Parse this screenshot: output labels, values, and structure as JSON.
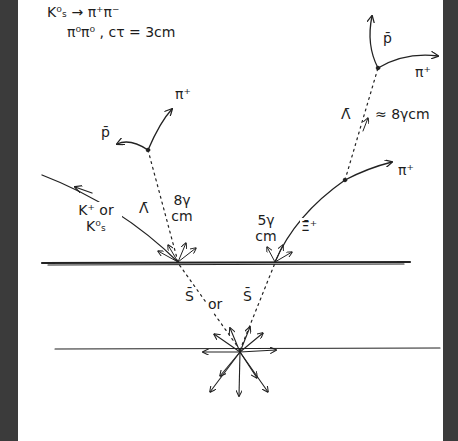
{
  "diagram": {
    "labels": [
      "K⁰ₛ → π⁺π⁻",
      "π⁰π⁰ , cτ = 3cm",
      "p̄",
      "π⁺",
      "Λ̄",
      "≈ 8γcm",
      "π⁺",
      "5γ cm",
      "Ξ̄⁺",
      "p̄",
      "π⁺",
      "Λ̄",
      "8γ cm",
      "K⁺ or K⁰ₛ",
      "S̄",
      "or",
      "S̄"
    ]
  }
}
